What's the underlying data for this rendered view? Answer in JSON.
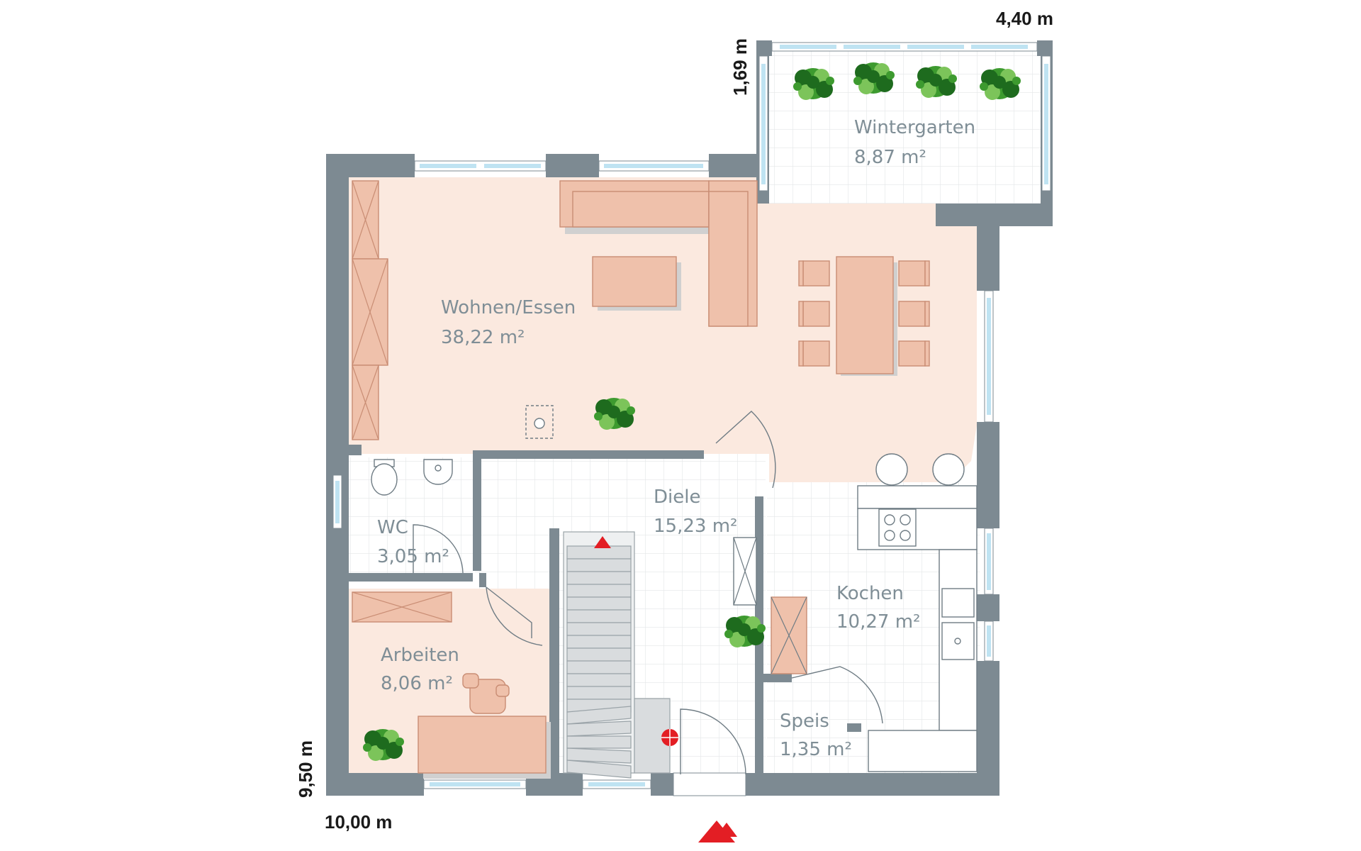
{
  "rooms": {
    "wintergarten": {
      "name": "Wintergarten",
      "area": "8,87 m²"
    },
    "wohnen": {
      "name": "Wohnen/Essen",
      "area": "38,22 m²"
    },
    "diele": {
      "name": "Diele",
      "area": "15,23 m²"
    },
    "wc": {
      "name": "WC",
      "area": "3,05 m²"
    },
    "kochen": {
      "name": "Kochen",
      "area": "10,27 m²"
    },
    "arbeiten": {
      "name": "Arbeiten",
      "area": "8,06 m²"
    },
    "speis": {
      "name": "Speis",
      "area": "1,35 m²"
    }
  },
  "dimensions": {
    "wintergarten_width": "4,40 m",
    "wintergarten_depth": "1,69 m",
    "house_depth": "9,50 m",
    "house_width": "10,00 m"
  },
  "colors": {
    "wall": "#7d8a92",
    "living_floor": "#fbe9df",
    "furniture": "#efc1ab",
    "entrance_marker": "#e31e24",
    "label": "#7f8e96"
  }
}
